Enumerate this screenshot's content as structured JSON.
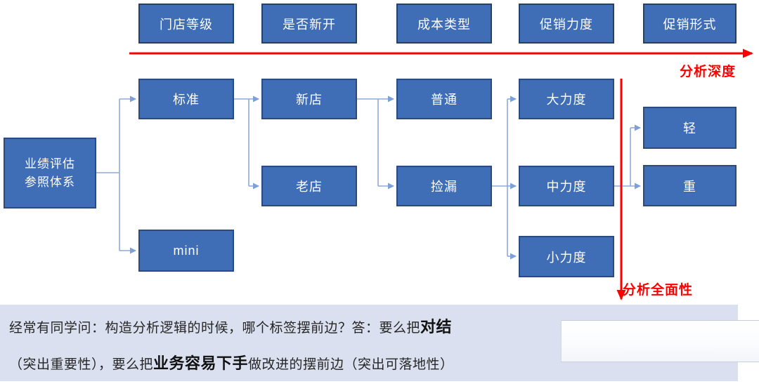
{
  "header_row": [
    "门店等级",
    "是否新开",
    "成本类型",
    "促销力度",
    "促销形式"
  ],
  "axes": {
    "depth_label": "分析深度",
    "comprehensive_label": "分析全面性"
  },
  "nodes": {
    "root_line1": "业绩评估",
    "root_line2": "参照体系",
    "standard": "标准",
    "mini": "mini",
    "new_store": "新店",
    "old_store": "老店",
    "ordinary": "普通",
    "bargain": "捡漏",
    "high_intensity": "大力度",
    "mid_intensity": "中力度",
    "low_intensity": "小力度",
    "light": "轻",
    "heavy": "重"
  },
  "note": {
    "line1_text": "经常有同学问：构造分析逻辑的时候，哪个标签摆前边？答：要么把",
    "line1_bold": "对结",
    "line2_text1": "（突出重要性），要么把",
    "line2_bold": "业务容易下手",
    "line2_text2": "做改进的摆前边（突出可落地性）"
  },
  "colors": {
    "node_fill": "#3f6db6",
    "node_border": "#2a4a80",
    "connector_blue": "#8faadc",
    "accent_red": "#fe0000",
    "note_background": "#dae0ef"
  }
}
